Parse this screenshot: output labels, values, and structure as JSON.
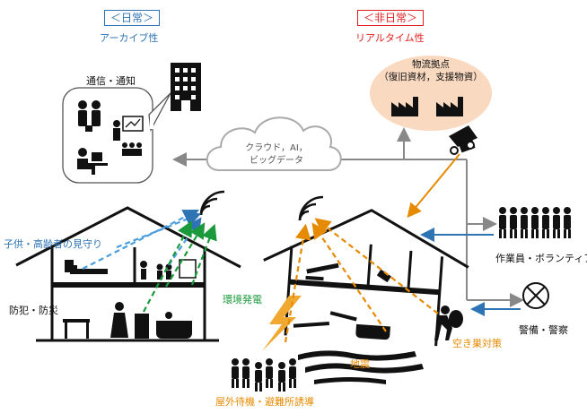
{
  "header": {
    "daily_tag": "＜日常＞",
    "daily_sub": "アーカイブ性",
    "emergency_tag": "＜非日常＞",
    "emergency_sub": "リアルタイム性"
  },
  "nodes": {
    "comms": "通信・通知",
    "cloud_line1": "クラウド，AI，",
    "cloud_line2": "ビッグデータ",
    "logistics_line1": "物流拠点",
    "logistics_line2": "（復旧資材，支援物資）",
    "workers": "作業員・ボランティア",
    "police": "警備・警察"
  },
  "left_house": {
    "watch": "子供・高齢者の見守り",
    "crime": "防犯・防災",
    "energy": "環境発電"
  },
  "right_house": {
    "theft": "空き巣対策",
    "quake": "地震",
    "evacuation": "屋外待機・避難所誘導"
  },
  "colors": {
    "daily": "#2e74b5",
    "emergency": "#e02020",
    "green": "#1a9a3a",
    "orange": "#e68a00",
    "flow_line": "#888888",
    "blue_arrow": "#2e74b5",
    "logistics_bg": "#f9d9c0"
  }
}
